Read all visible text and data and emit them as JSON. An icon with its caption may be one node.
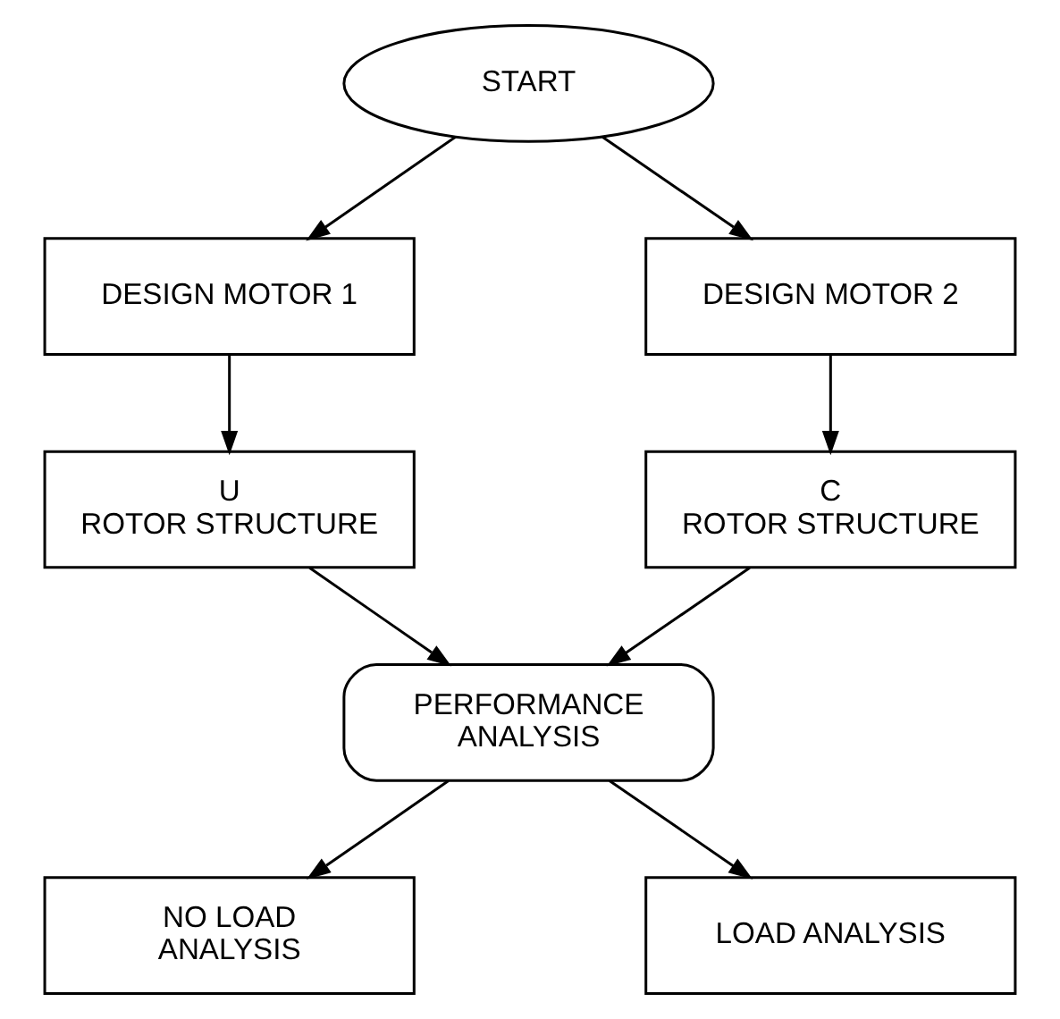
{
  "diagram": {
    "nodes": [
      {
        "text": [
          "START"
        ]
      },
      {
        "text": [
          "DESIGN MOTOR 1"
        ]
      },
      {
        "text": [
          "DESIGN MOTOR 2"
        ]
      },
      {
        "text": [
          "U ROTOR STRUCTURE"
        ]
      },
      {
        "text": [
          "C ROTOR STRUCTURE"
        ]
      },
      {
        "text": [
          "PERFORMANCE ANALYSIS"
        ]
      },
      {
        "text": [
          "NO LOAD ANALYSIS"
        ]
      },
      {
        "text": [
          "LOAD ANALYSIS"
        ]
      }
    ],
    "edges": [
      {
        "from": 0,
        "to": 1,
        "arrow": "to"
      },
      {
        "from": 0,
        "to": 2,
        "arrow": "to"
      },
      {
        "from": 1,
        "to": 3,
        "arrow": "to"
      },
      {
        "from": 2,
        "to": 4,
        "arrow": "to"
      },
      {
        "from": 3,
        "to": 5,
        "arrow": "to"
      },
      {
        "from": 4,
        "to": 5,
        "arrow": "to"
      },
      {
        "from": 5,
        "to": 6,
        "arrow": "to"
      },
      {
        "from": 5,
        "to": 7,
        "arrow": "to"
      }
    ]
  }
}
